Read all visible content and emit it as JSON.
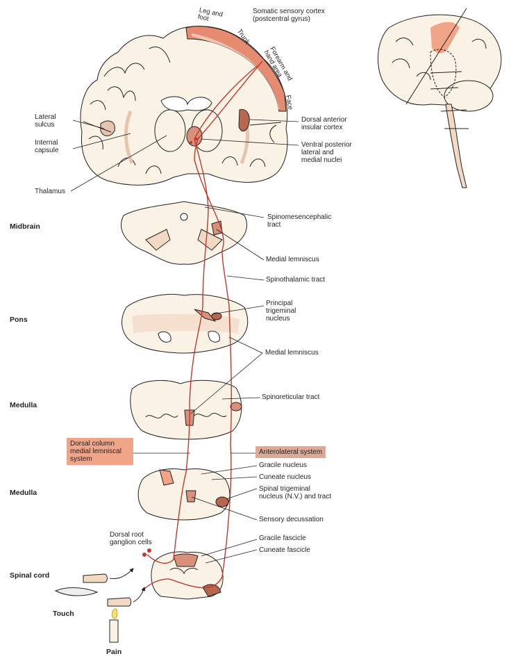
{
  "diagram": {
    "cortex_labels": {
      "leg_foot": "Leg and\nfoot",
      "trunk": "Trunk",
      "forearm_hand": "Forearm and\nhand area",
      "face": "Face",
      "somatic_cortex": "Somatic sensory cortex\n(postcentral gyrus)"
    },
    "left_labels": {
      "lateral_sulcus": "Lateral\nsulcus",
      "internal_capsule": "Internal\ncapsule",
      "thalamus": "Thalamus"
    },
    "right_labels": {
      "dorsal_insular": "Dorsal anterior\ninsular cortex",
      "vpl": "Ventral posterior\nlateral and\nmedial nuclei",
      "spinomesencephalic": "Spinomesencephalic\ntract",
      "medial_lemniscus_1": "Medial lemniscus",
      "spinothalamic": "Spinothalamic tract",
      "principal_trigeminal": "Principal\ntrigeminal\nnucleus",
      "medial_lemniscus_2": "Medial lemniscus",
      "spinoreticular": "Spinoreticular tract",
      "gracile_nucleus": "Gracile nucleus",
      "cuneate_nucleus": "Cuneate nucleus",
      "spinal_trigeminal": "Spinal trigeminal\nnucleus (N.V.) and tract",
      "sensory_decussation": "Sensory decussation",
      "gracile_fascicle": "Gracile fascicle",
      "cuneate_fascicle": "Cuneate fascicle"
    },
    "system_labels": {
      "dorsal_column": "Dorsal column\nmedial lemniscal\nsystem",
      "anterolateral": "Anterolateral system"
    },
    "levels": {
      "midbrain": "Midbrain",
      "pons": "Pons",
      "medulla_upper": "Medulla",
      "medulla_lower": "Medulla",
      "spinal_cord": "Spinal cord"
    },
    "stimuli": {
      "drg": "Dorsal root\nganglion cells",
      "touch": "Touch",
      "pain": "Pain"
    },
    "colors": {
      "pathway": "#c0392b",
      "tissue": "#fbf2e6",
      "tissue_dark": "#f2d9c4",
      "cortex_highlight": "#e58b6f",
      "nucleus": "#d9907a",
      "outline": "#231f20"
    }
  }
}
